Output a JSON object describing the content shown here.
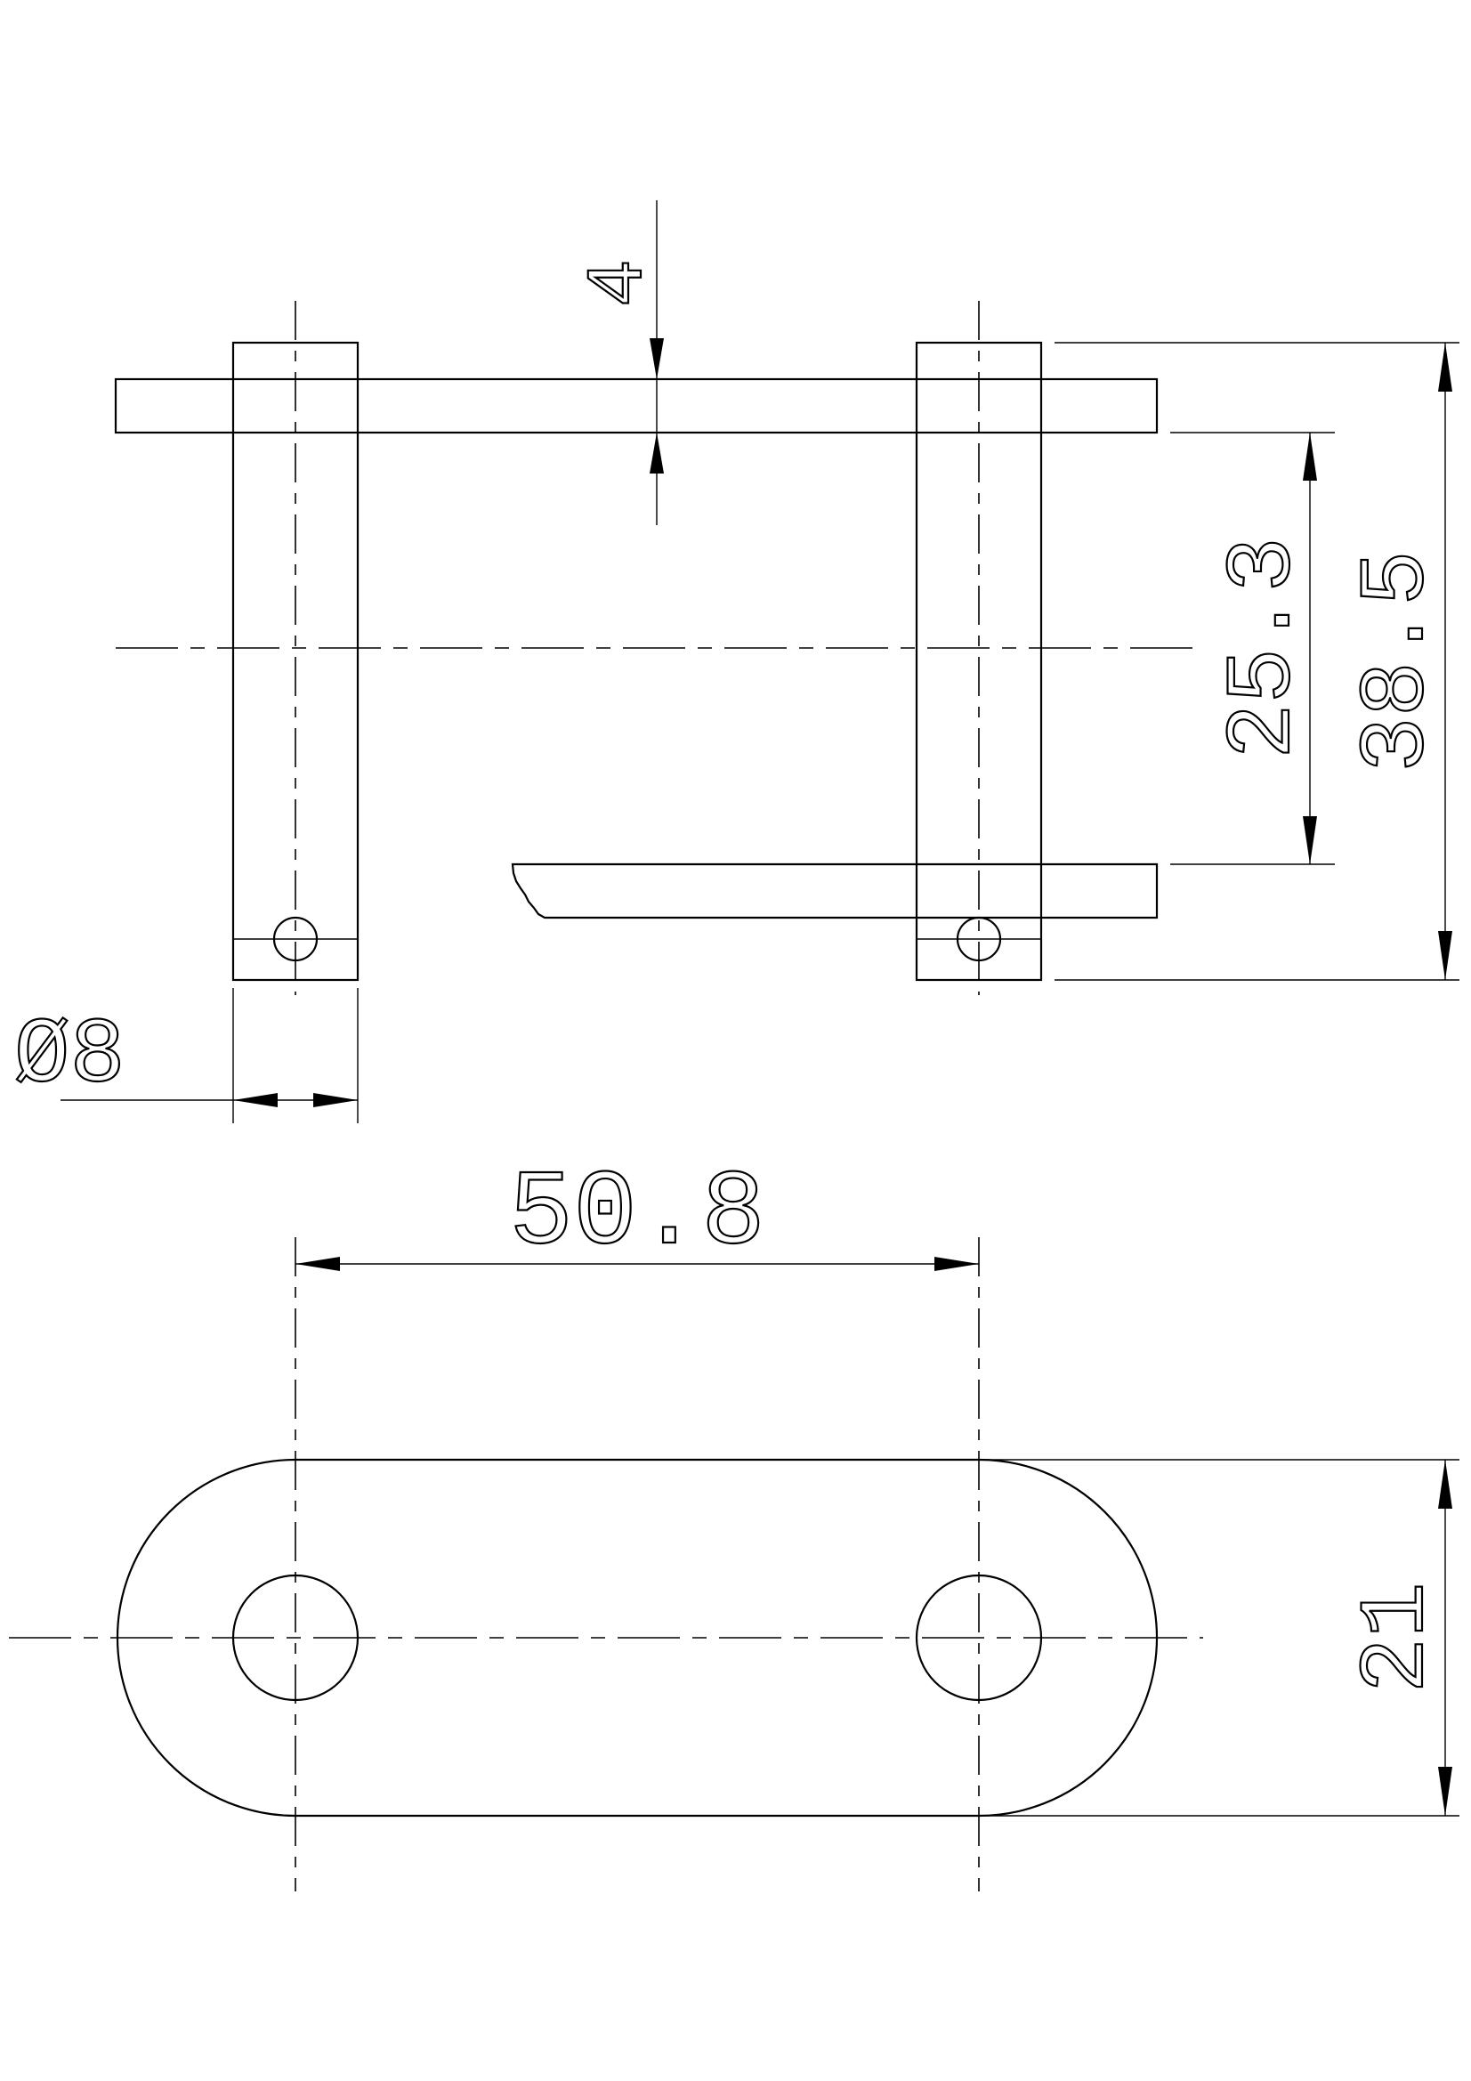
{
  "drawing": {
    "dimensions": {
      "plate_thickness": "4",
      "inner_width": "25.3",
      "overall_width": "38.5",
      "pin_diameter": "Ø8",
      "pitch": "50.8",
      "plate_height": "21"
    }
  }
}
